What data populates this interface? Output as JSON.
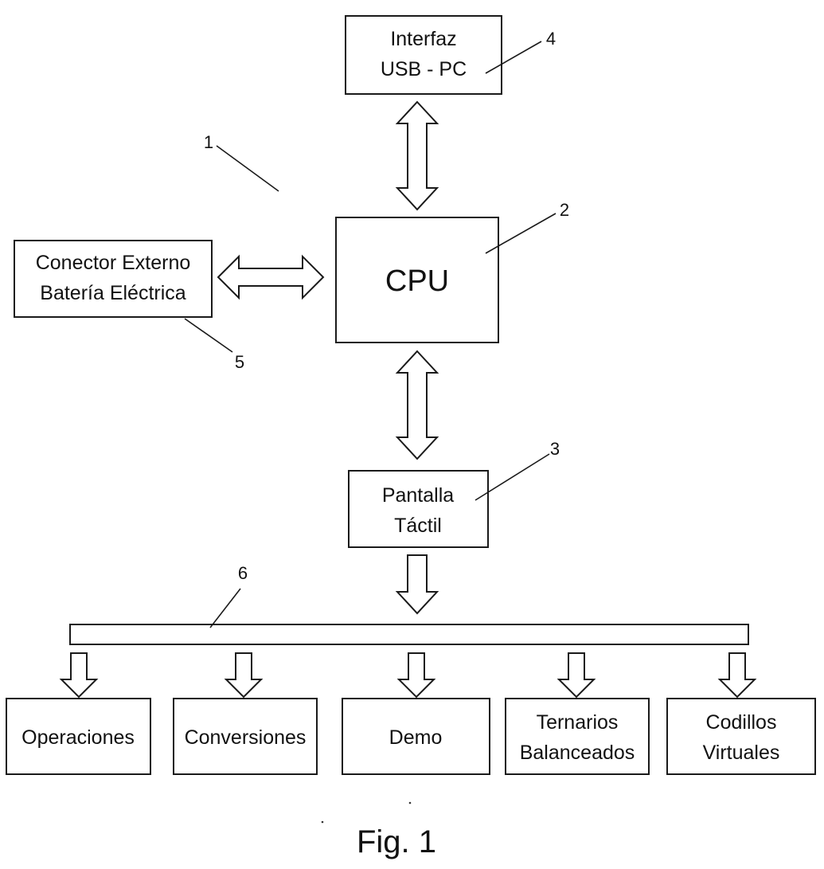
{
  "blocks": {
    "usb": {
      "line1": "Interfaz",
      "line2": "USB - PC"
    },
    "cpu": {
      "label": "CPU"
    },
    "battery": {
      "line1": "Conector Externo",
      "line2": "Batería Eléctrica"
    },
    "touchscreen": {
      "line1": "Pantalla",
      "line2": "Táctil"
    }
  },
  "modules": {
    "operaciones": "Operaciones",
    "conversiones": "Conversiones",
    "demo": "Demo",
    "ternarios": {
      "line1": "Ternarios",
      "line2": "Balanceados"
    },
    "codillos": {
      "line1": "Codillos",
      "line2": "Virtuales"
    }
  },
  "reference_numbers": {
    "device": "1",
    "cpu": "2",
    "touchscreen": "3",
    "usb": "4",
    "battery": "5",
    "menu_bus": "6"
  },
  "caption": "Fig. 1"
}
